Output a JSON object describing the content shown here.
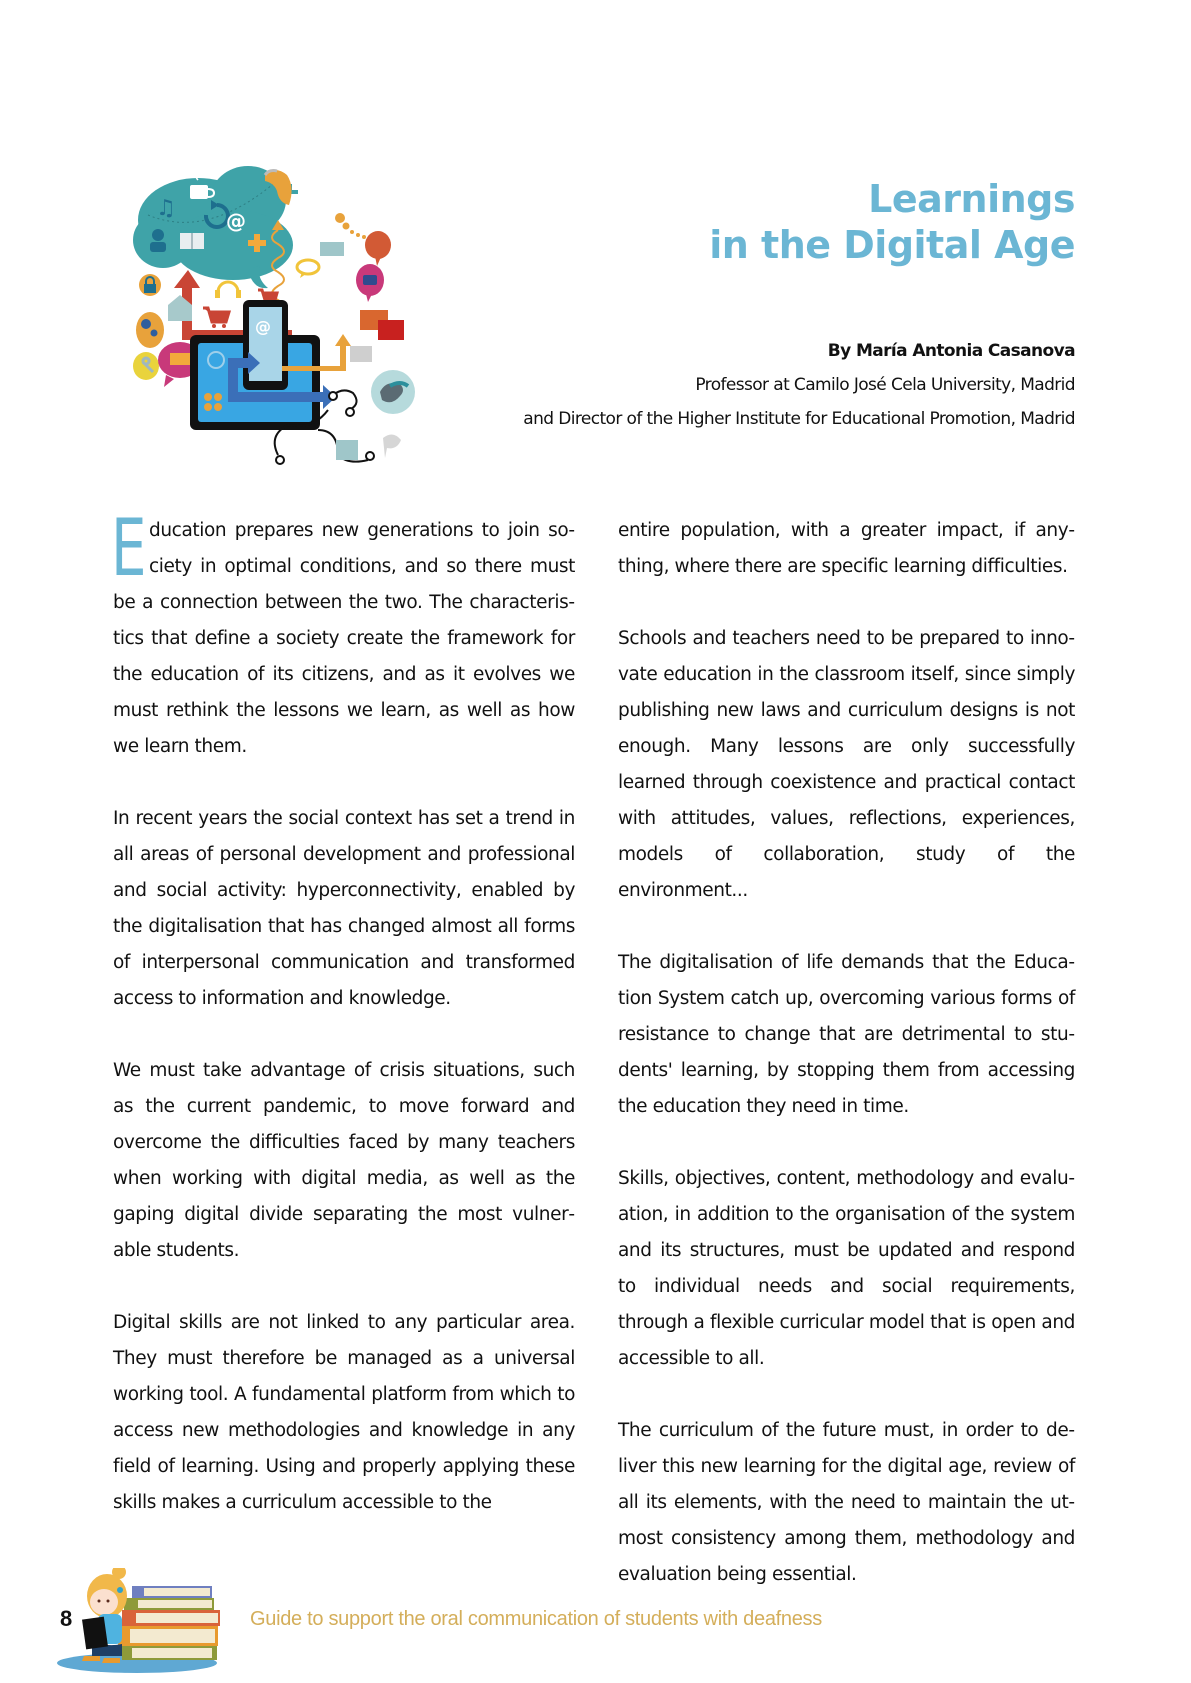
{
  "header": {
    "title_lines": [
      "Learnings",
      "in the Digital Age"
    ],
    "title_color": "#6BB6D4",
    "author": "By María Antonia Casanova",
    "affiliation_lines": [
      "Professor at Camilo José Cela University, Madrid",
      "and Director of the Higher Institute for Educational Promotion, Madrid"
    ]
  },
  "illustration": {
    "description": "Digital learning infographic: teal cloud with music, coffee, refresh, @, user and book icons; tablet and smartphone with @; red, yellow and blue arrows; speech bubbles with phone, book, gears, key, lock; hearing aid; headphones; shopping carts",
    "icons": [
      "cloud-icon",
      "music-note-icon",
      "coffee-cup-icon",
      "refresh-icon",
      "at-sign-icon",
      "user-icon",
      "open-book-icon",
      "hearing-aid-icon",
      "plus-icon",
      "headphones-icon",
      "shopping-cart-icon",
      "lock-icon",
      "house-icon",
      "gear-icon",
      "key-icon",
      "phone-icon",
      "chat-bubble-icon",
      "tablet-icon",
      "smartphone-icon",
      "calculator-icon",
      "clock-icon"
    ]
  },
  "body": {
    "dropcap": "E",
    "dropcap_color": "#6BB6D4",
    "left_column": [
      "ducation prepares new generations to join so­ciety in optimal conditions, and so there must be a connection between the two. The characteris­tics that define a society create the framework for the education of its citizens, and as it evolves we must rethink the lessons we learn, as well as how we learn them.",
      "In recent years the social context has set a trend in all areas of personal development and professional and social activity: hyperconnectivity, enabled by the digitalisation that has changed almost all forms of interpersonal communication and transformed access to information and knowledge.",
      "We must take advantage of crisis situations, such as the current pandemic, to move forward and overcome the difficulties faced by many teachers when working with digital media, as well as the gaping digital divide separating the most vulner­able students.",
      "Digital skills are not linked to any particular area. They must therefore be managed as a universal working tool. A fundamental platform from which to access new methodologies and knowledge in any field of learning. Using and properly applying these skills makes a curriculum accessible to the"
    ],
    "right_column": [
      "entire population, with a greater impact, if any­thing, where there are specific learning difficulties.",
      "Schools and teachers need to be prepared to inno­vate education in the classroom itself, since simply publishing new laws and curriculum designs is not enough. Many lessons are only successfully learned through coexistence and practical contact with at­titudes, values, reflections, experiences, models of collaboration, study of the environment...",
      "The digitalisation of life demands that the Educa­tion System catch up, overcoming various forms of resistance to change that are detrimental to stu­dents' learning, by stopping them from accessing the education they need in time.",
      "Skills, objectives, content, methodology and evalu­ation, in addition to the organisation of the system and its structures, must be updated and respond to individual needs and social requirements, through a flexible curricular model that is open and acces­sible to all.",
      "The curriculum of the future must, in order to de­liver this new learning for the digital age, review of all its elements, with the need to maintain the ut­most consistency among them, methodology and evaluation being essential."
    ]
  },
  "footer": {
    "page_number": "8",
    "tagline": "Guide to support the oral communication of students with deafness",
    "tagline_color": "#D4AE5A"
  }
}
